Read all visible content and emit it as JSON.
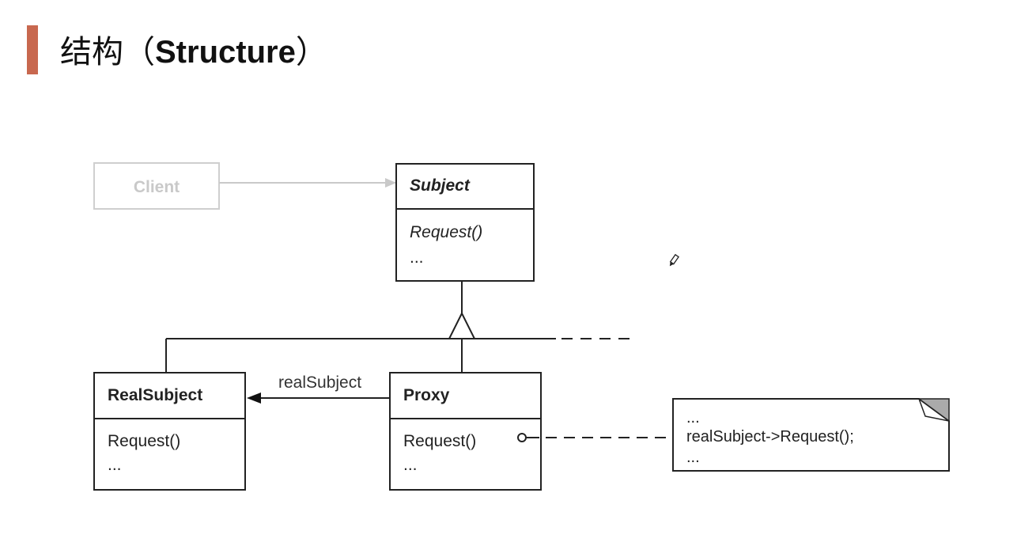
{
  "slide": {
    "title_cn": "结构（",
    "title_en": "Structure",
    "title_close": "）"
  },
  "diagram": {
    "client": {
      "name": "Client"
    },
    "subject": {
      "name": "Subject",
      "op": "Request()",
      "more": "..."
    },
    "real_subject": {
      "name": "RealSubject",
      "op": "Request()",
      "more": "..."
    },
    "proxy": {
      "name": "Proxy",
      "op": "Request()",
      "more": "..."
    },
    "association_label": "realSubject",
    "note": {
      "line1": "...",
      "line2": "realSubject->Request();",
      "line3": "..."
    }
  },
  "colors": {
    "accent": "#c8684f",
    "client_gray": "#c9c9c9",
    "note_corner": "#aaaaaa"
  }
}
